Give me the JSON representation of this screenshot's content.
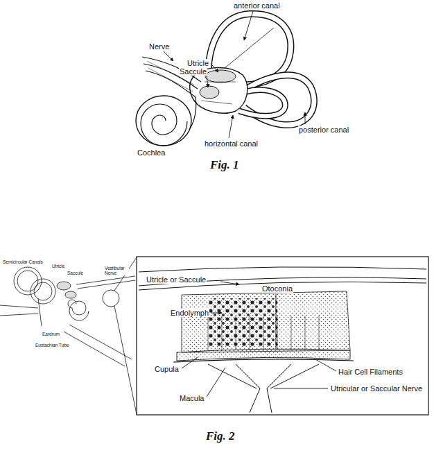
{
  "diagram": {
    "labels": [
      "anterior canal",
      "Nerve",
      "Utricle",
      "Saccule",
      "posterior canal",
      "Cochlea",
      "horizontal canal",
      "Fig. 1",
      "Semicircular Canals",
      "Utricle",
      "Saccule",
      "Vestibular Nerve",
      "Eardrum",
      "Eustachian Tube",
      "Otoconia",
      "Utricle or Saccule",
      "Endolymph",
      "Cupula",
      "Hair Cell Filaments",
      "Utricular or Saccular Nerve",
      "Macula",
      "Fig. 2"
    ]
  }
}
